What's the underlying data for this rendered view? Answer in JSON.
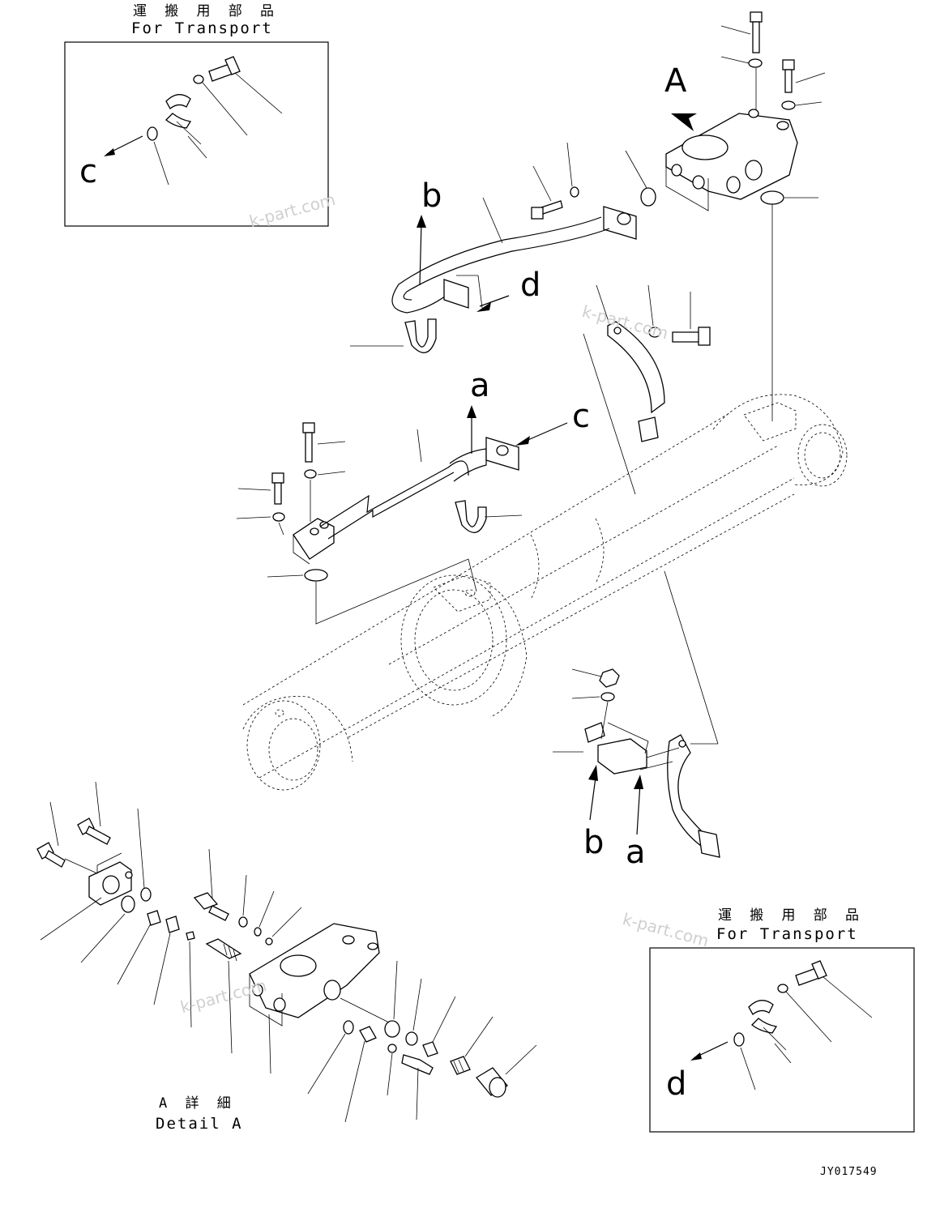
{
  "transport_box_top": {
    "title_jp": "運 搬 用 部 品",
    "title_en": "For Transport",
    "label": "c"
  },
  "transport_box_bottom": {
    "title_jp": "運 搬 用 部 品",
    "title_en": "For Transport",
    "label": "d"
  },
  "labels": {
    "A": "A",
    "a_top": "a",
    "a_bottom": "a",
    "b_top": "b",
    "b_bottom": "b",
    "c_main": "c",
    "d_main": "d"
  },
  "detail": {
    "title_jp": "A 詳 細",
    "title_en": "Detail A"
  },
  "drawing_code": "JY017549",
  "watermarks": [
    "k-part.com",
    "k-part.com",
    "k-part.com",
    "k-part.com"
  ]
}
